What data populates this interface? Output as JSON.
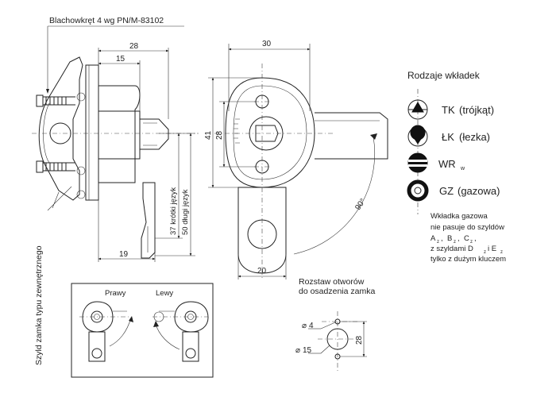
{
  "labels": {
    "screw": "Blachowkręt 4 wg PN/M-83102",
    "cylinder_type": "Szyld zamka typu zewnętrznego",
    "insert_types_title": "Rodzaje wkładek",
    "gas_note_1": "Wkładka gazowa",
    "gas_note_2": "nie pasuje do szyldów",
    "gas_note_3": "A",
    "gas_note_3b": "B",
    "gas_note_3c": "C",
    "gas_note_4": "z szyldami D",
    "gas_note_4b": "i E",
    "gas_note_5": "tylko z dużym kluczem",
    "sub": "z",
    "spacing_title_1": "Rozstaw otworów",
    "spacing_title_2": "do osadzenia zamka",
    "right": "Prawy",
    "left": "Lewy"
  },
  "inserts": [
    {
      "code": "TK",
      "desc": "(trójkąt)",
      "sub": ""
    },
    {
      "code": "ŁK",
      "desc": "(łezka)",
      "sub": ""
    },
    {
      "code": "WR",
      "desc": "",
      "sub": "w"
    },
    {
      "code": "GZ",
      "desc": "(gazowa)",
      "sub": ""
    }
  ],
  "dimensions": {
    "d28_top": "28",
    "d15": "15",
    "d19": "19",
    "d37": "37 krótki język",
    "d50": "50 długi język",
    "d30": "30",
    "d41": "41",
    "d28_side": "28",
    "d20": "20",
    "angle": "90°",
    "phi4": "4",
    "phi15": "15",
    "d28_holes": "28"
  }
}
